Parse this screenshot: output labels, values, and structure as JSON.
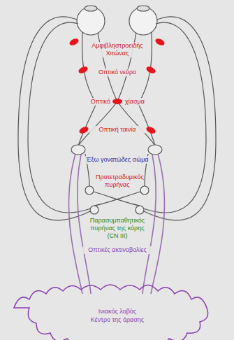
{
  "diagram": {
    "labels": [
      "Αμφιβληστροειδής Χιτώνας",
      "Οπτικό νεύρο",
      "Οπτικό",
      "χίασμα",
      "Οπτική ταινία",
      "Έξω γονατώδες σώμα",
      "Προτετραδυμικός πυρήνας",
      "Παρασυμπαθητικός πυρήνας της κόρης (CN III)",
      "Οπτικές ακτινοβολίες",
      "Ινιακός λοβός",
      "Κέντρο της όρασης"
    ]
  }
}
